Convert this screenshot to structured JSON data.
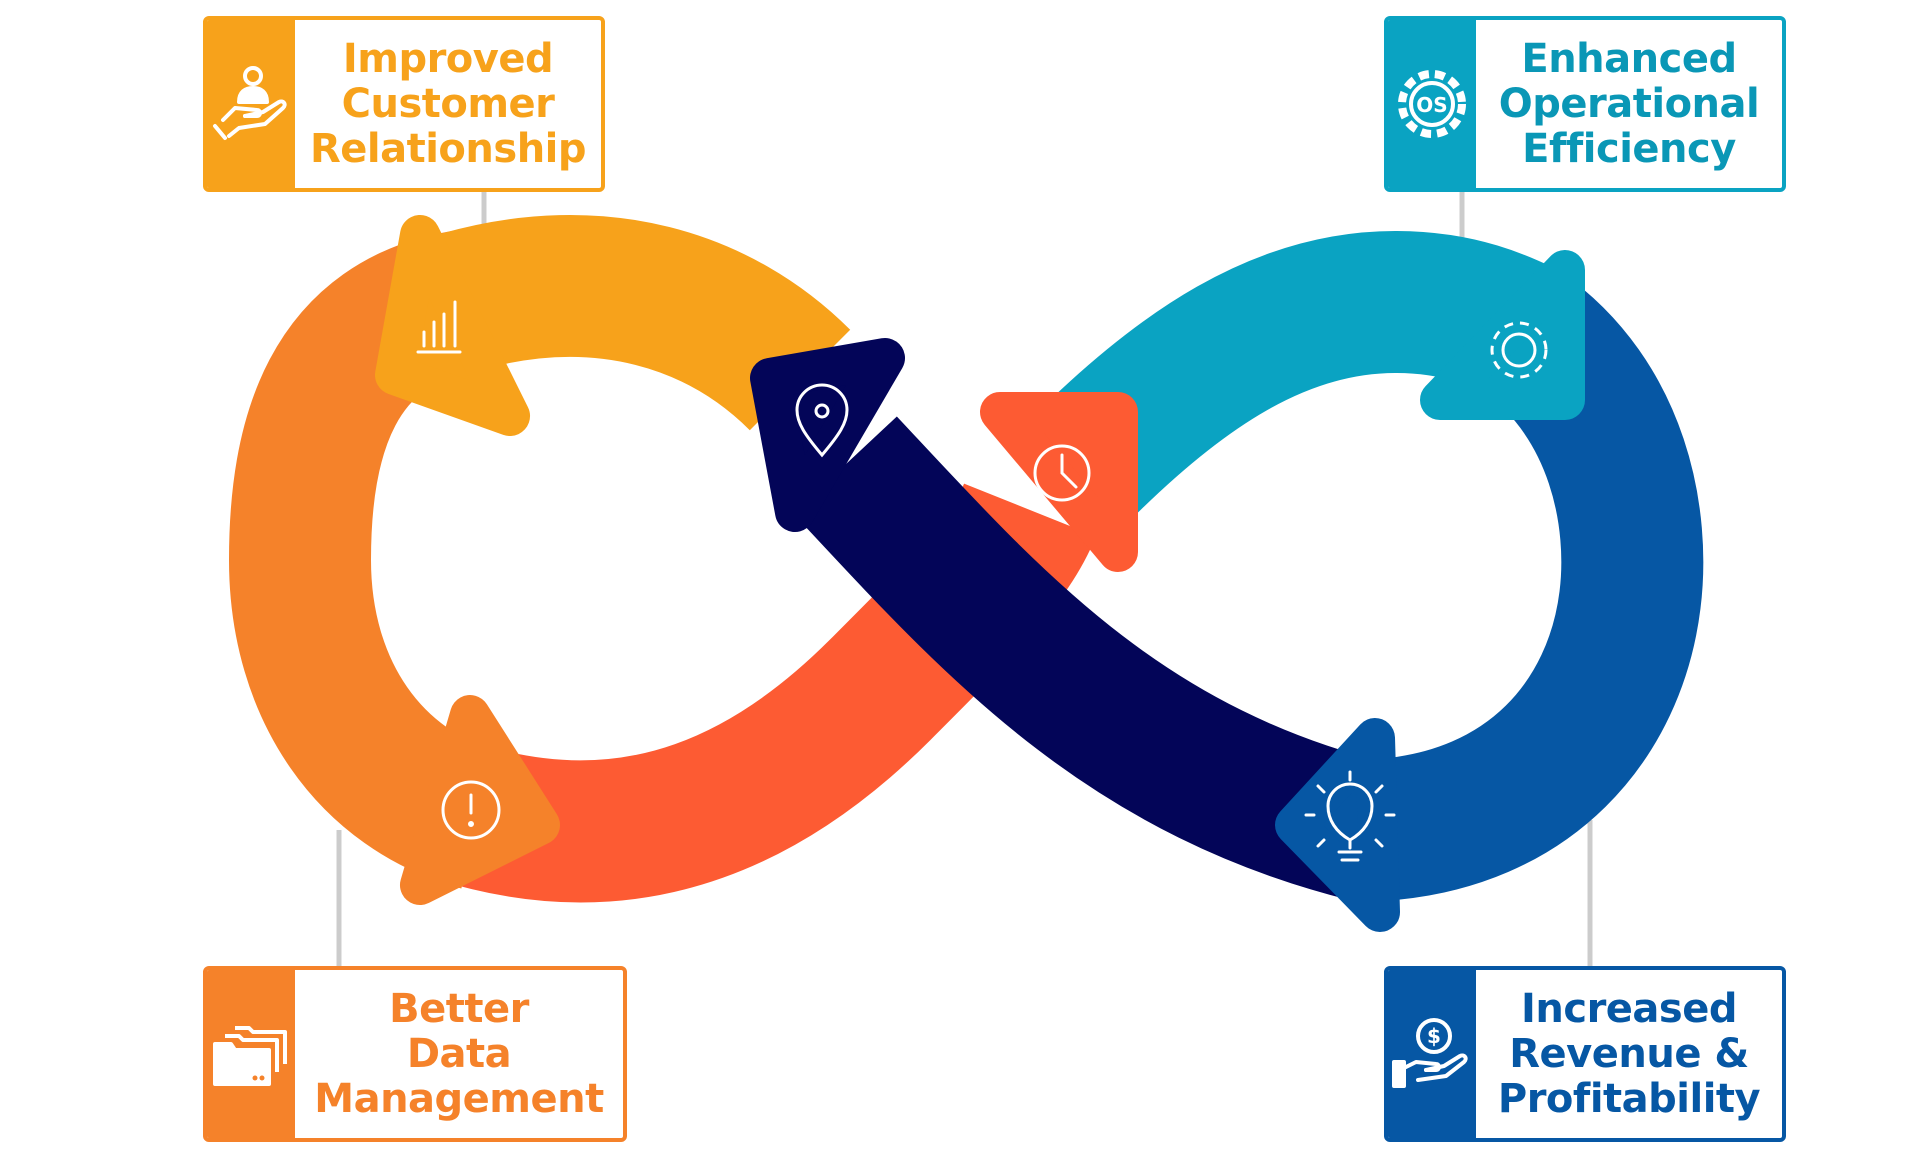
{
  "colors": {
    "yellow": "#f7a21b",
    "orange": "#f5822a",
    "red_orange": "#fd5b33",
    "teal": "#0aa3c2",
    "blue": "#0657a4",
    "navy": "#030558",
    "connector": "#cccccc"
  },
  "cards": {
    "top_left": {
      "lines": [
        "Improved",
        "Customer",
        "Relationship"
      ],
      "icon": "hand-holding-person-icon"
    },
    "top_right": {
      "lines": [
        "Enhanced",
        "Operational",
        "Efficiency"
      ],
      "icon": "os-gear-icon",
      "icon_text": "OS"
    },
    "bottom_left": {
      "lines": [
        "Better",
        "Data",
        "Management"
      ],
      "icon": "folders-icon"
    },
    "bottom_right": {
      "lines": [
        "Increased",
        "Revenue &",
        "Profitability"
      ],
      "icon": "hand-holding-dollar-icon",
      "icon_text": "$"
    }
  },
  "segment_icons": [
    "bar-chart-icon",
    "location-pin-icon",
    "clock-icon",
    "gear-icon",
    "lightbulb-icon",
    "alert-icon"
  ]
}
